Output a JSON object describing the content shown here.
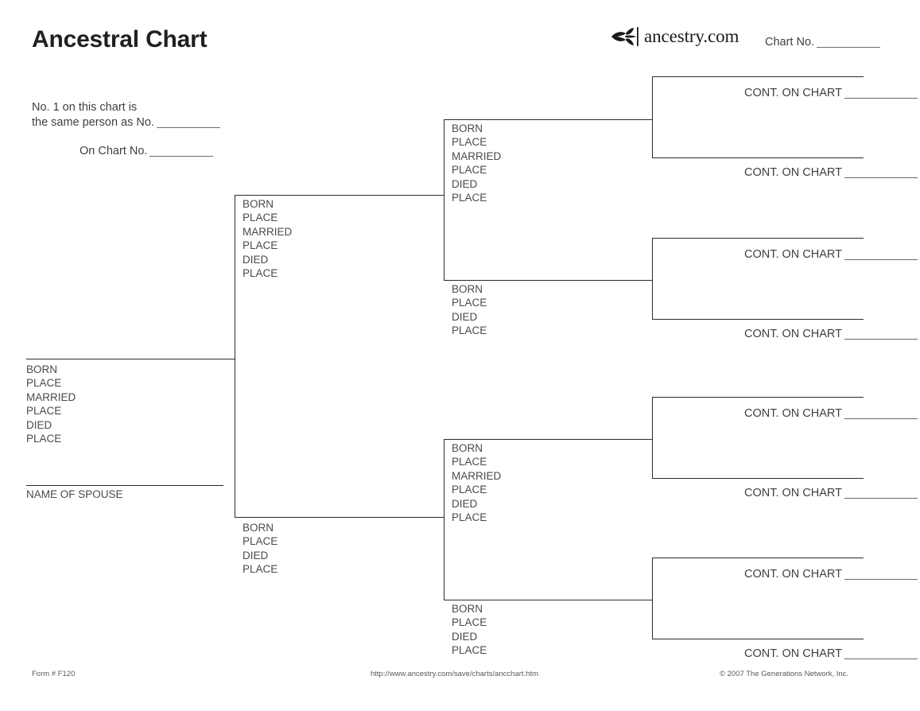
{
  "header": {
    "title": "Ancestral Chart",
    "logo_icon": "ancestry-leaf-icon",
    "logo_text": "ancestry.com",
    "chart_no_label": "Chart No."
  },
  "note": {
    "line1": "No. 1 on this chart is",
    "line2": "the same person as No.",
    "line3": "On Chart No."
  },
  "fields": {
    "born": "BORN",
    "place": "PLACE",
    "married": "MARRIED",
    "died": "DIED",
    "spouse": "NAME OF SPOUSE",
    "cont_on_chart": "CONT. ON CHART"
  },
  "person1": {
    "lines": [
      "BORN",
      "PLACE",
      "MARRIED",
      "PLACE",
      "DIED",
      "PLACE"
    ],
    "spouse_caption": "NAME OF SPOUSE"
  },
  "generation2": [
    {
      "id": "g2-father",
      "lines": [
        "BORN",
        "PLACE",
        "MARRIED",
        "PLACE",
        "DIED",
        "PLACE"
      ]
    },
    {
      "id": "g2-mother",
      "lines": [
        "BORN",
        "PLACE",
        "DIED",
        "PLACE"
      ]
    }
  ],
  "generation3": [
    {
      "id": "g3-1",
      "lines": [
        "BORN",
        "PLACE",
        "MARRIED",
        "PLACE",
        "DIED",
        "PLACE"
      ]
    },
    {
      "id": "g3-2",
      "lines": [
        "BORN",
        "PLACE",
        "DIED",
        "PLACE"
      ]
    },
    {
      "id": "g3-3",
      "lines": [
        "BORN",
        "PLACE",
        "MARRIED",
        "PLACE",
        "DIED",
        "PLACE"
      ]
    },
    {
      "id": "g3-4",
      "lines": [
        "BORN",
        "PLACE",
        "DIED",
        "PLACE"
      ]
    }
  ],
  "generation4": [
    {
      "id": "g4-1",
      "cont": "CONT. ON CHART"
    },
    {
      "id": "g4-2",
      "cont": "CONT. ON CHART"
    },
    {
      "id": "g4-3",
      "cont": "CONT. ON CHART"
    },
    {
      "id": "g4-4",
      "cont": "CONT. ON CHART"
    },
    {
      "id": "g4-5",
      "cont": "CONT. ON CHART"
    },
    {
      "id": "g4-6",
      "cont": "CONT. ON CHART"
    },
    {
      "id": "g4-7",
      "cont": "CONT. ON CHART"
    },
    {
      "id": "g4-8",
      "cont": "CONT. ON CHART"
    }
  ],
  "footer": {
    "form": "Form # F120",
    "url": "http://www.ancestry.com/save/charts/ancchart.htm",
    "copyright": "© 2007 The Generations Network, Inc."
  },
  "colors": {
    "ink": "#231f20",
    "line": "#2b2b2b",
    "text": "#4a4a4a",
    "footer": "#5a5a5a"
  }
}
